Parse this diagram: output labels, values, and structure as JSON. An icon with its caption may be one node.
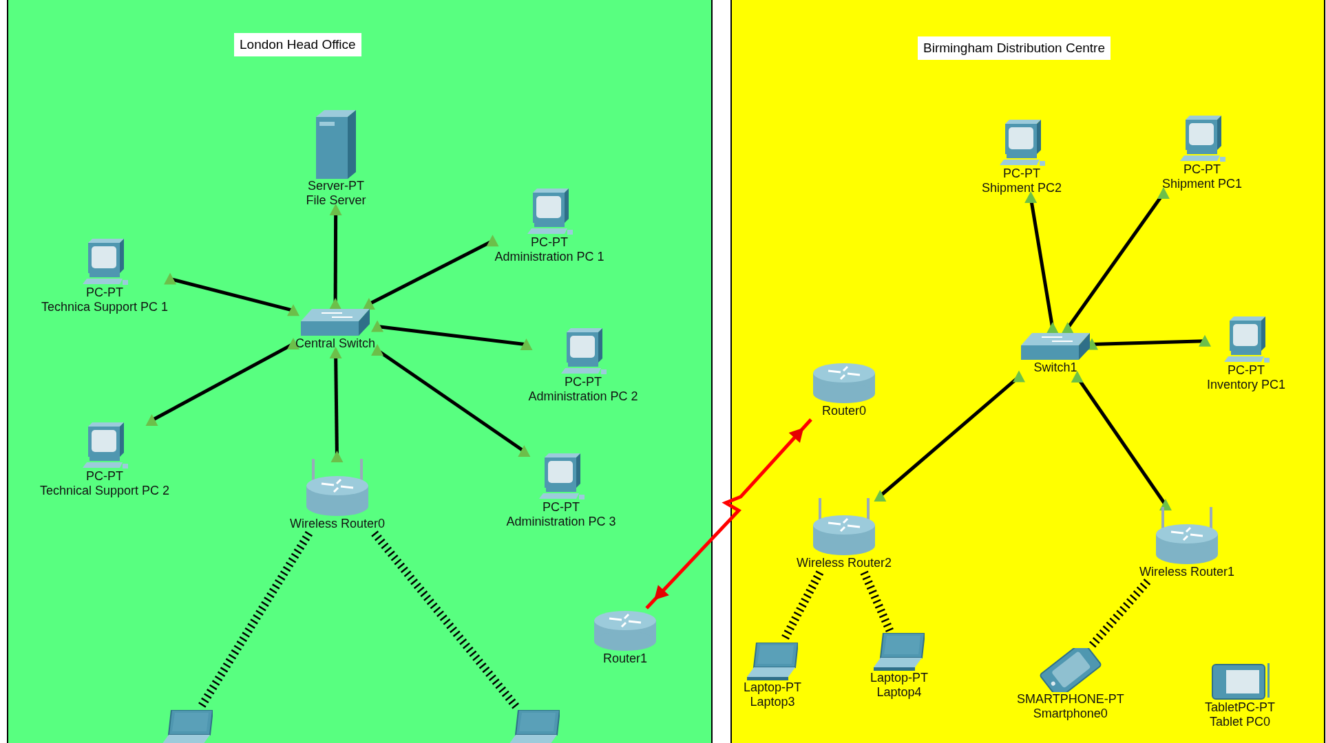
{
  "diagram": {
    "nodes": [
      {
        "text": [
          "London Head Office"
        ]
      },
      {
        "text": [
          "Server-PT",
          "File Server"
        ],
        "in": 0
      },
      {
        "text": [
          "PC-PT",
          "Technica Support PC 1"
        ],
        "in": 0
      },
      {
        "text": [
          "Central Switch"
        ],
        "in": 0
      },
      {
        "text": [
          "PC-PT",
          "Administration PC 1"
        ],
        "in": 0
      },
      {
        "text": [
          "PC-PT",
          "Administration PC 2"
        ],
        "in": 0
      },
      {
        "text": [
          "PC-PT",
          "Technical Support PC 2"
        ],
        "in": 0
      },
      {
        "text": [
          "Wireless Router0"
        ],
        "in": 0
      },
      {
        "text": [
          "PC-PT",
          "Administration PC 3"
        ],
        "in": 0
      },
      {
        "text": [
          "Router1"
        ],
        "in": 0
      },
      {
        "text": [],
        "shape": "laptop",
        "in": 0
      },
      {
        "text": [],
        "shape": "laptop",
        "in": 0
      },
      {
        "text": [
          "Birmingham Distribution Centre"
        ]
      },
      {
        "text": [
          "PC-PT",
          "Shipment PC2"
        ],
        "in": 12
      },
      {
        "text": [
          "PC-PT",
          "Shipment PC1"
        ],
        "in": 12
      },
      {
        "text": [
          "PC-PT",
          "Inventory PC1"
        ],
        "in": 12
      },
      {
        "text": [
          "Switch1"
        ],
        "in": 12
      },
      {
        "text": [
          "Router0"
        ],
        "in": 12
      },
      {
        "text": [
          "Wireless Router2"
        ],
        "in": 12
      },
      {
        "text": [
          "Wireless Router1"
        ],
        "in": 12
      },
      {
        "text": [
          "Laptop-PT",
          "Laptop3"
        ],
        "in": 12
      },
      {
        "text": [
          "Laptop-PT",
          "Laptop4"
        ],
        "in": 12
      },
      {
        "text": [
          "SMARTPHONE-PT",
          "Smartphone0"
        ],
        "in": 12
      },
      {
        "text": [
          "TabletPC-PT",
          "Tablet PC0"
        ],
        "in": 12
      }
    ],
    "edges": [
      {
        "from": 3,
        "to": 1,
        "arrow": "other"
      },
      {
        "from": 3,
        "to": 2,
        "arrow": "other"
      },
      {
        "from": 3,
        "to": 4,
        "arrow": "other"
      },
      {
        "from": 3,
        "to": 5,
        "arrow": "other"
      },
      {
        "from": 3,
        "to": 6,
        "arrow": "other"
      },
      {
        "from": 3,
        "to": 7,
        "arrow": "other"
      },
      {
        "from": 3,
        "to": 8,
        "arrow": "other"
      },
      {
        "from": 7,
        "to": 10,
        "arrow": "none",
        "style": "dashed"
      },
      {
        "from": 7,
        "to": 11,
        "arrow": "none",
        "style": "dashed"
      },
      {
        "from": 16,
        "to": 13,
        "arrow": "other"
      },
      {
        "from": 16,
        "to": 14,
        "arrow": "other"
      },
      {
        "from": 16,
        "to": 15,
        "arrow": "other"
      },
      {
        "from": 16,
        "to": 18,
        "arrow": "other"
      },
      {
        "from": 16,
        "to": 19,
        "arrow": "other"
      },
      {
        "from": 18,
        "to": 20,
        "arrow": "none",
        "style": "dashed"
      },
      {
        "from": 18,
        "to": 21,
        "arrow": "none",
        "style": "dashed"
      },
      {
        "from": 19,
        "to": 22,
        "arrow": "none",
        "style": "dashed"
      },
      {
        "from": 9,
        "to": 17,
        "arrow": "both",
        "color": "#ff0000"
      }
    ]
  }
}
